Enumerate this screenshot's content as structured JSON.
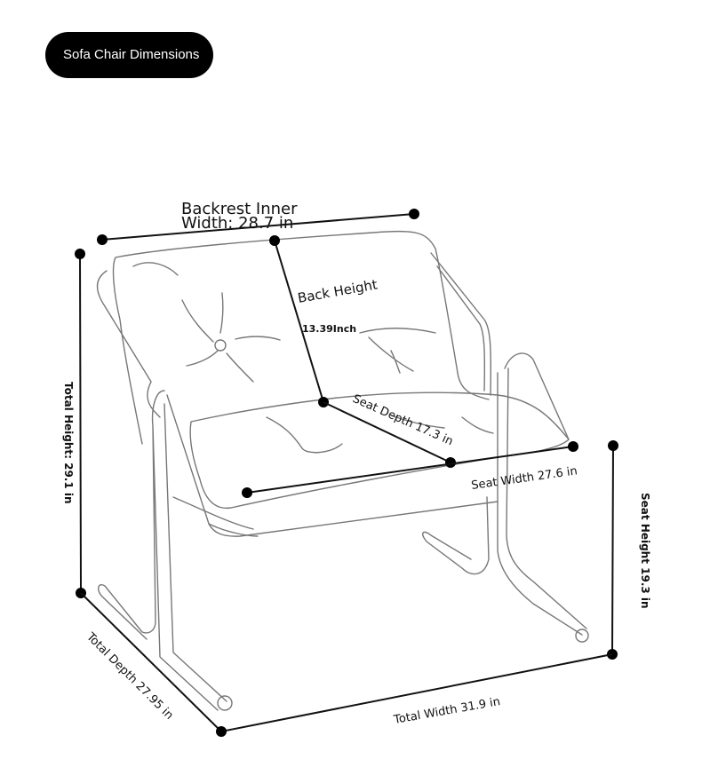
{
  "title": "Sofa Chair Dimensions",
  "dimensions": {
    "backrest_width": {
      "line1": "Backrest Inner",
      "line2": "Width: 28.7 in"
    },
    "back_height": {
      "label": "Back Height",
      "value": "13.39Inch"
    },
    "seat_depth": "Seat Depth 17.3 in",
    "seat_width": "Seat Width 27.6 in",
    "total_height": "Total Height: 29.1 in",
    "seat_height": "Seat Height 19.3 in",
    "total_depth": "Total Depth 27.95 in",
    "total_width": "Total Width 31.9 in"
  }
}
